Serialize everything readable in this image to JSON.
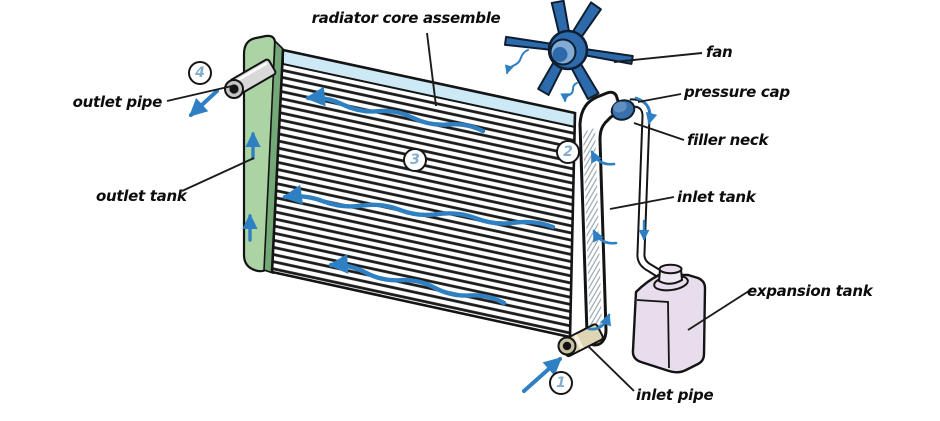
{
  "diagram": {
    "subject": "automotive radiator cooling system cutaway"
  },
  "labels": {
    "radiator_core": "radiator core assemble",
    "fan": "fan",
    "pressure_cap": "pressure cap",
    "filler_neck": "filler neck",
    "inlet_tank": "inlet tank",
    "expansion_tank": "expansion tank",
    "inlet_pipe": "inlet pipe",
    "outlet_pipe": "outlet pipe",
    "outlet_tank": "outlet tank"
  },
  "flow_markers": {
    "step1": "1",
    "step2": "2",
    "step3": "3",
    "step4": "4"
  },
  "icons": {
    "coolant_flow": "wavy-left-arrow",
    "air_flow": "small-wavy-arrow",
    "tank_flow": "curved-arrow",
    "pipe_flow": "straight-arrow"
  },
  "colors": {
    "fan_blue": "#2d6aab",
    "hub_light_blue": "#83abd6",
    "arrow_blue": "#2f80c3",
    "outlet_tank_green": "#abd3a4",
    "outlet_tank_edge_green": "#74a877",
    "core_header_blue": "#cde9f6",
    "expansion_tank_lavender": "#e8ddec",
    "inlet_pipe_beige": "#ddd5b3",
    "outlet_pipe_gray": "#d9d9d9",
    "outline_black": "#141414",
    "marker_number_blue": "#84aecf"
  }
}
